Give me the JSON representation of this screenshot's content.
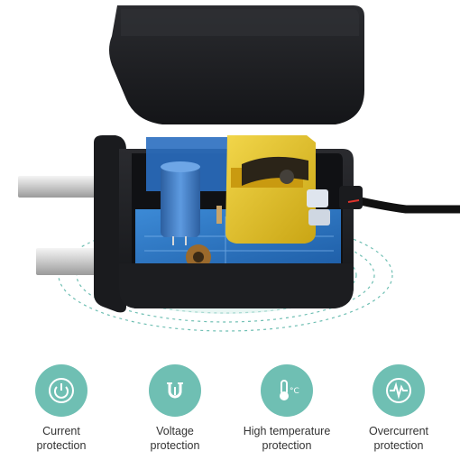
{
  "colors": {
    "accent": "#6fbfb3",
    "charger_body": "#1c1d20",
    "transformer": "#e6c31e",
    "capacitor": "#3f7cc4",
    "pcb": "#2f78c8"
  },
  "features": [
    {
      "label": "Current\nprotection",
      "icon": "power-button-icon"
    },
    {
      "label": "Voltage\nprotection",
      "icon": "magnet-icon"
    },
    {
      "label": "High temperature\nprotection",
      "icon": "thermometer-icon"
    },
    {
      "label": "Overcurrent\nprotection",
      "icon": "pulse-icon"
    }
  ]
}
